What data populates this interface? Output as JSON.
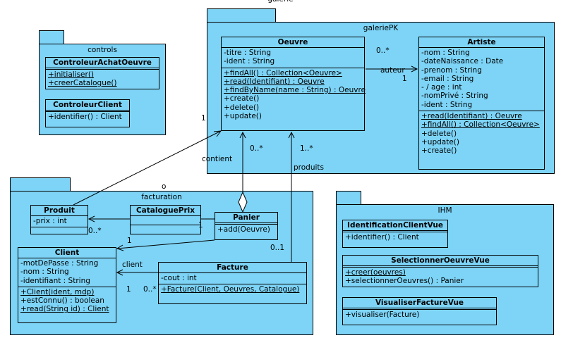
{
  "diagram": {
    "top_title": "galerie",
    "packages": {
      "galeriePK": {
        "name": "galeriePK"
      },
      "controls": {
        "name": "controls"
      },
      "facturation": {
        "name": "facturation"
      },
      "ihm": {
        "name": "IHM"
      }
    },
    "classes": {
      "oeuvre": {
        "name": "Oeuvre",
        "attributes": [
          "-titre : String",
          "-ident : String"
        ],
        "operations": [
          {
            "text": "+findAll() : Collection<Oeuvre>",
            "static": true
          },
          {
            "text": "+read(Identifiant) : Oeuvre",
            "static": true
          },
          {
            "text": "+findByName(name : String) : Oeuvre",
            "static": true
          },
          {
            "text": "+create()",
            "static": false
          },
          {
            "text": "+delete()",
            "static": false
          },
          {
            "text": "+update()",
            "static": false
          }
        ]
      },
      "artiste": {
        "name": "Artiste",
        "attributes": [
          "-nom : String",
          "-dateNaissance : Date",
          "-prenom : String",
          "-email : String",
          "- / age : int",
          "-nomPrivé : String",
          "-ident : String"
        ],
        "operations": [
          {
            "text": "+read(Identifiant) : Oeuvre",
            "static": true
          },
          {
            "text": "+findAll() : Collection<Oeuvre>",
            "static": true
          },
          {
            "text": "+delete()",
            "static": false
          },
          {
            "text": "+update()",
            "static": false
          },
          {
            "text": "+create()",
            "static": false
          }
        ]
      },
      "controleurAchat": {
        "name": "ControleurAchatOeuvre",
        "operations": [
          {
            "text": "+initialiser()",
            "static": true
          },
          {
            "text": "+creerCatalogue()",
            "static": true
          }
        ]
      },
      "controleurClient": {
        "name": "ControleurClient",
        "operations": [
          {
            "text": "+identifier() : Client",
            "static": false
          }
        ]
      },
      "produit": {
        "name": "Produit",
        "attributes": [
          "-prix : int"
        ]
      },
      "cataloguePrix": {
        "name": "CataloguePrix"
      },
      "panier": {
        "name": "Panier",
        "operations": [
          {
            "text": "+add(Oeuvre)",
            "static": false
          }
        ]
      },
      "client": {
        "name": "Client",
        "attributes": [
          "-motDePasse : String",
          "-nom : String",
          "-identifiant : String"
        ],
        "operations": [
          {
            "text": "+Client(ident, mdp)",
            "static": true
          },
          {
            "text": "+estConnu() : boolean",
            "static": false
          },
          {
            "text": "+read(String id) : Client",
            "static": true
          }
        ]
      },
      "facture": {
        "name": "Facture",
        "attributes": [
          "-cout : int"
        ],
        "operations": [
          {
            "text": "+Facture(Client, Oeuvres, Catalogue)",
            "static": true
          }
        ]
      },
      "identificationClientVue": {
        "name": "IdentificationClientVue",
        "operations": [
          {
            "text": "+identifier() : Client",
            "static": false
          }
        ]
      },
      "selectionnerOeuvreVue": {
        "name": "SelectionnerOeuvreVue",
        "operations": [
          {
            "text": "+creer(oeuvres)",
            "static": true
          },
          {
            "text": "+selectionnerOeuvres() : Panier",
            "static": false
          }
        ]
      },
      "visualiserFactureVue": {
        "name": "VisualiserFactureVue",
        "operations": [
          {
            "text": "+visualiser(Facture)",
            "static": false
          }
        ]
      }
    },
    "labels": {
      "auteur": "auteur",
      "oeuvre_artiste_mult": "0..*",
      "oeuvre_artiste_one": "1",
      "produit_oeuvre_one": "1",
      "contient": "contient",
      "contient_mult": "0..*",
      "produits": "produits",
      "produits_mult": "1..*",
      "facture_panier_mult": "0..1",
      "stray_o": "o",
      "catalogue_produit_mult": "0..*",
      "catalogue_panier_one": "1",
      "panier_client_one": "1",
      "client": "client",
      "client_one": "1",
      "client_facture_mult": "0..*"
    }
  }
}
